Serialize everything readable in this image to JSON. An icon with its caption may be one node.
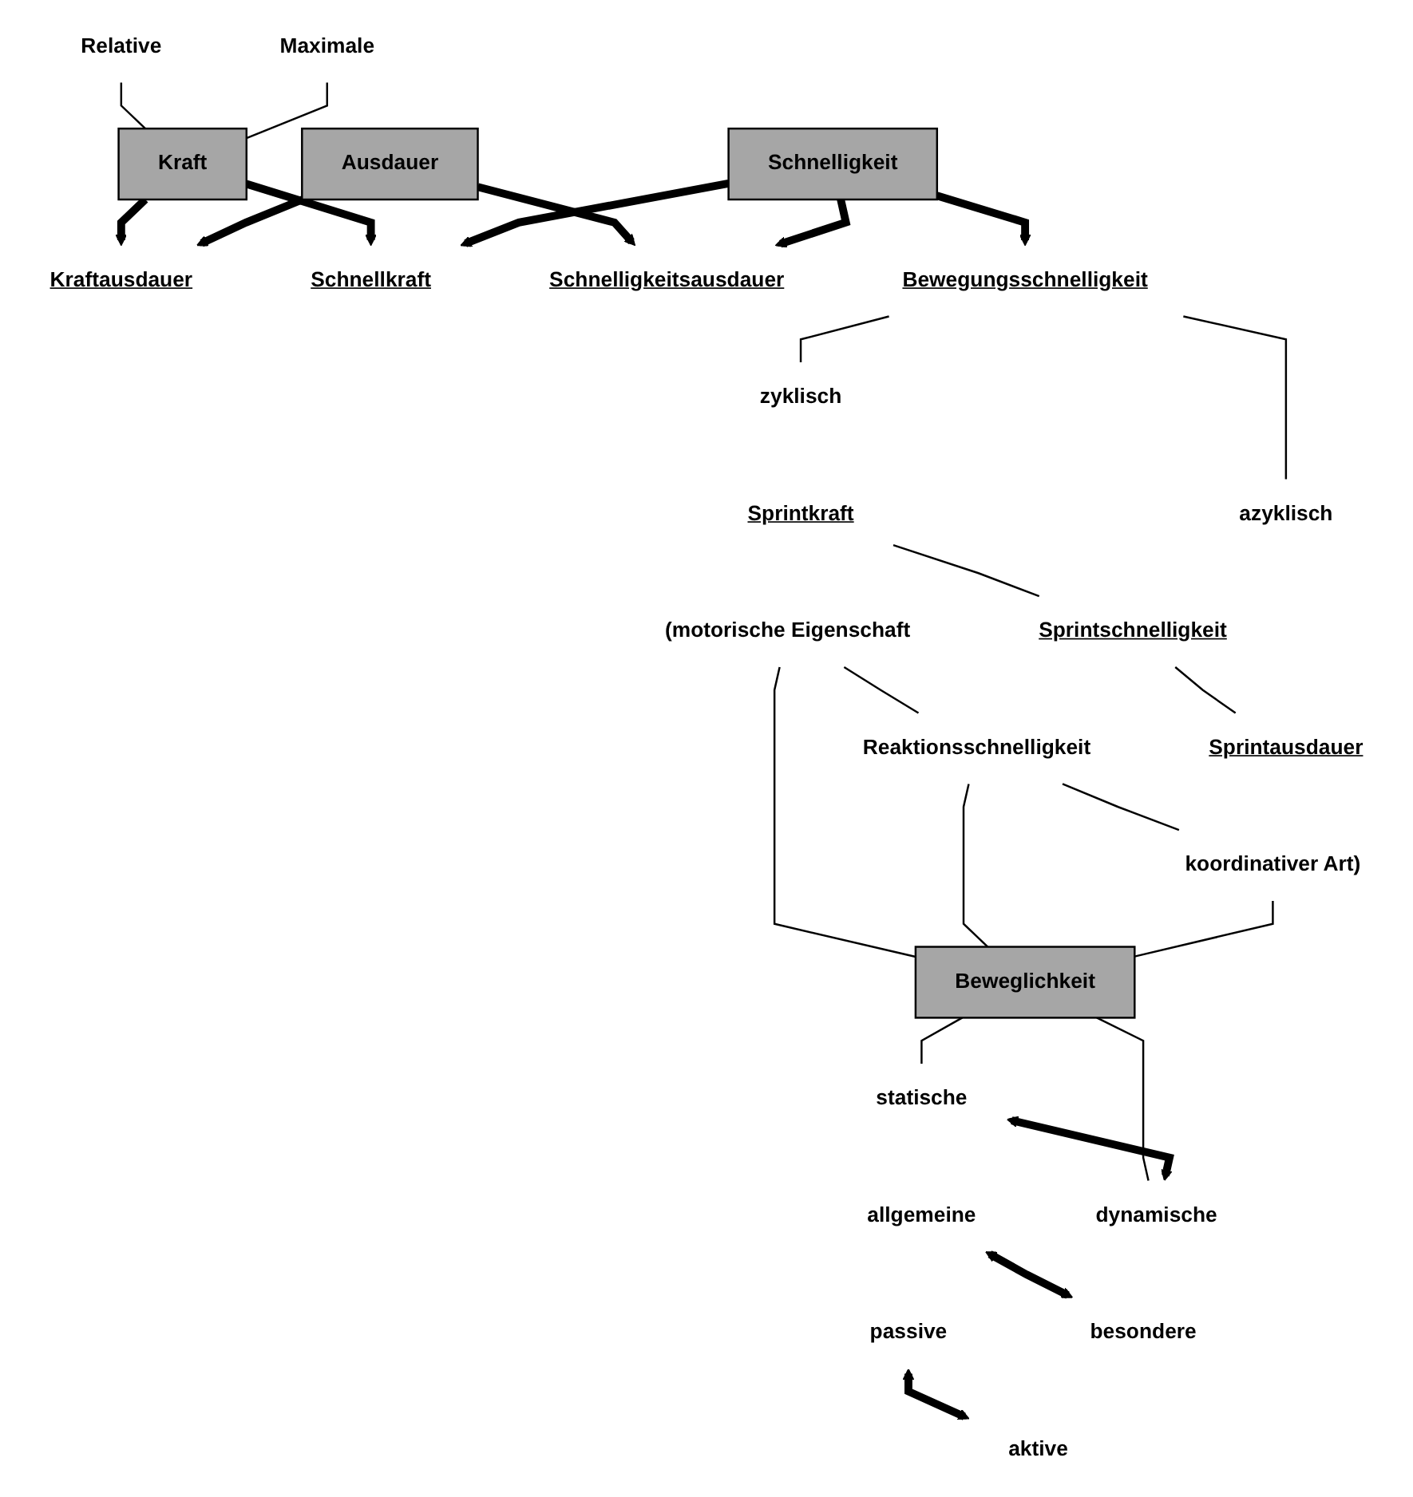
{
  "diagram": {
    "nodes": [
      {
        "text": [
          "Relative"
        ]
      },
      {
        "text": [
          "Kraft"
        ]
      },
      {
        "text": [
          "Maximale"
        ]
      },
      {
        "text": [
          "Kraftausdauer"
        ]
      },
      {
        "text": [
          "Ausdauer"
        ]
      },
      {
        "text": [
          "Schnellkraft"
        ]
      },
      {
        "text": [
          "Schnelligkeitsausdauer"
        ]
      },
      {
        "text": [
          "Schnelligkeit"
        ]
      },
      {
        "text": [
          "Bewegungsschnelligkeit"
        ]
      },
      {
        "text": [
          "zyklisch"
        ]
      },
      {
        "text": [
          "azyklisch"
        ]
      },
      {
        "text": [
          "Sprintkraft"
        ]
      },
      {
        "text": [
          "Sprintschnelligkeit"
        ]
      },
      {
        "text": [
          "Sprintausdauer"
        ]
      },
      {
        "text": [
          "(motorische Eigenschaft"
        ]
      },
      {
        "text": [
          "Reaktionsschnelligkeit"
        ]
      },
      {
        "text": [
          "koordinativer Art)"
        ]
      },
      {
        "text": [
          "Beweglichkeit"
        ]
      },
      {
        "text": [
          "statische"
        ]
      },
      {
        "text": [
          "dynamische"
        ]
      },
      {
        "text": [
          "allgemeine"
        ]
      },
      {
        "text": [
          "besondere"
        ]
      },
      {
        "text": [
          "passive"
        ]
      },
      {
        "text": [
          "aktive"
        ]
      }
    ],
    "edges": [
      {
        "from": 0,
        "to": 1,
        "arrow": "none"
      },
      {
        "from": 2,
        "to": 1,
        "arrow": "none"
      },
      {
        "from": 1,
        "to": 3,
        "arrow": "to",
        "style": "thick"
      },
      {
        "from": 4,
        "to": 3,
        "arrow": "to",
        "style": "thick"
      },
      {
        "from": 1,
        "to": 5,
        "arrow": "to",
        "style": "thick"
      },
      {
        "from": 4,
        "to": 6,
        "arrow": "to",
        "style": "thick"
      },
      {
        "from": 7,
        "to": 5,
        "arrow": "to",
        "style": "thick"
      },
      {
        "from": 7,
        "to": 6,
        "arrow": "to",
        "style": "thick"
      },
      {
        "from": 7,
        "to": 8,
        "arrow": "to",
        "style": "thick"
      },
      {
        "from": 8,
        "to": 9,
        "arrow": "none"
      },
      {
        "from": 8,
        "to": 10,
        "arrow": "none"
      },
      {
        "from": 11,
        "to": 12,
        "arrow": "none"
      },
      {
        "from": 12,
        "to": 13,
        "arrow": "none"
      },
      {
        "from": 14,
        "to": 15,
        "arrow": "none"
      },
      {
        "from": 15,
        "to": 16,
        "arrow": "none"
      },
      {
        "from": 14,
        "to": 17,
        "arrow": "none"
      },
      {
        "from": 15,
        "to": 17,
        "arrow": "none"
      },
      {
        "from": 16,
        "to": 17,
        "arrow": "none"
      },
      {
        "from": 17,
        "to": 18,
        "arrow": "none"
      },
      {
        "from": 17,
        "to": 19,
        "arrow": "none"
      },
      {
        "from": 18,
        "to": 19,
        "arrow": "both",
        "style": "thick"
      },
      {
        "from": 20,
        "to": 21,
        "arrow": "both",
        "style": "thick"
      },
      {
        "from": 22,
        "to": 23,
        "arrow": "both",
        "style": "thick"
      }
    ]
  }
}
